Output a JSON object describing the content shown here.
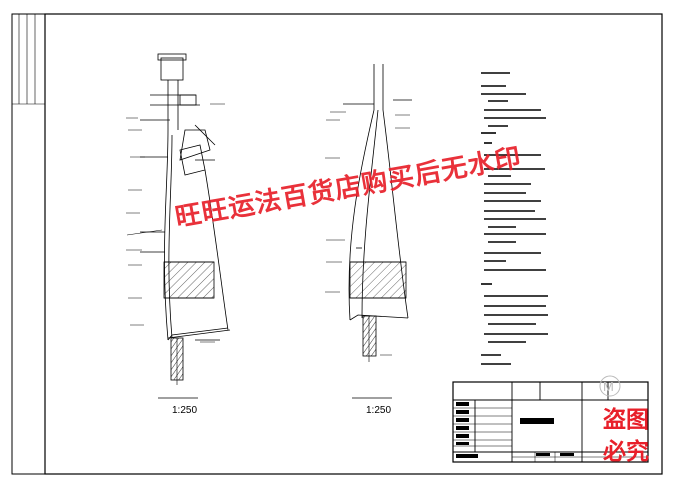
{
  "drawing": {
    "left_section": {
      "scale": "1:250"
    },
    "right_section": {
      "scale": "1:250"
    }
  },
  "watermark": {
    "text": "旺旺运法百货店购买后无水印"
  },
  "seal": {
    "line1": "盗图",
    "line2": "必究"
  },
  "colors": {
    "line": "#000000",
    "watermark": "#e8202a",
    "hatch": "#000000"
  }
}
